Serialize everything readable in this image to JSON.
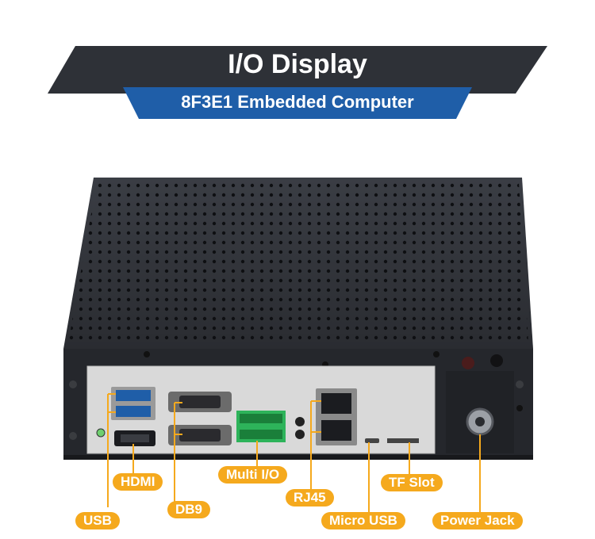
{
  "header": {
    "title": "I/O Display",
    "subtitle": "8F3E1 Embedded Computer"
  },
  "labels": {
    "hdmi": "HDMI",
    "usb": "USB",
    "db9": "DB9",
    "multi_io": "Multi I/O",
    "rj45": "RJ45",
    "tf_slot": "TF Slot",
    "micro_usb": "Micro USB",
    "power_jack": "Power Jack"
  },
  "colors": {
    "banner_dark": "#2e3137",
    "banner_blue": "#1f5ea8",
    "callout": "#f5a91d",
    "chassis": "#25272c",
    "panel": "#d9d9d9",
    "terminal": "#2db35a"
  }
}
